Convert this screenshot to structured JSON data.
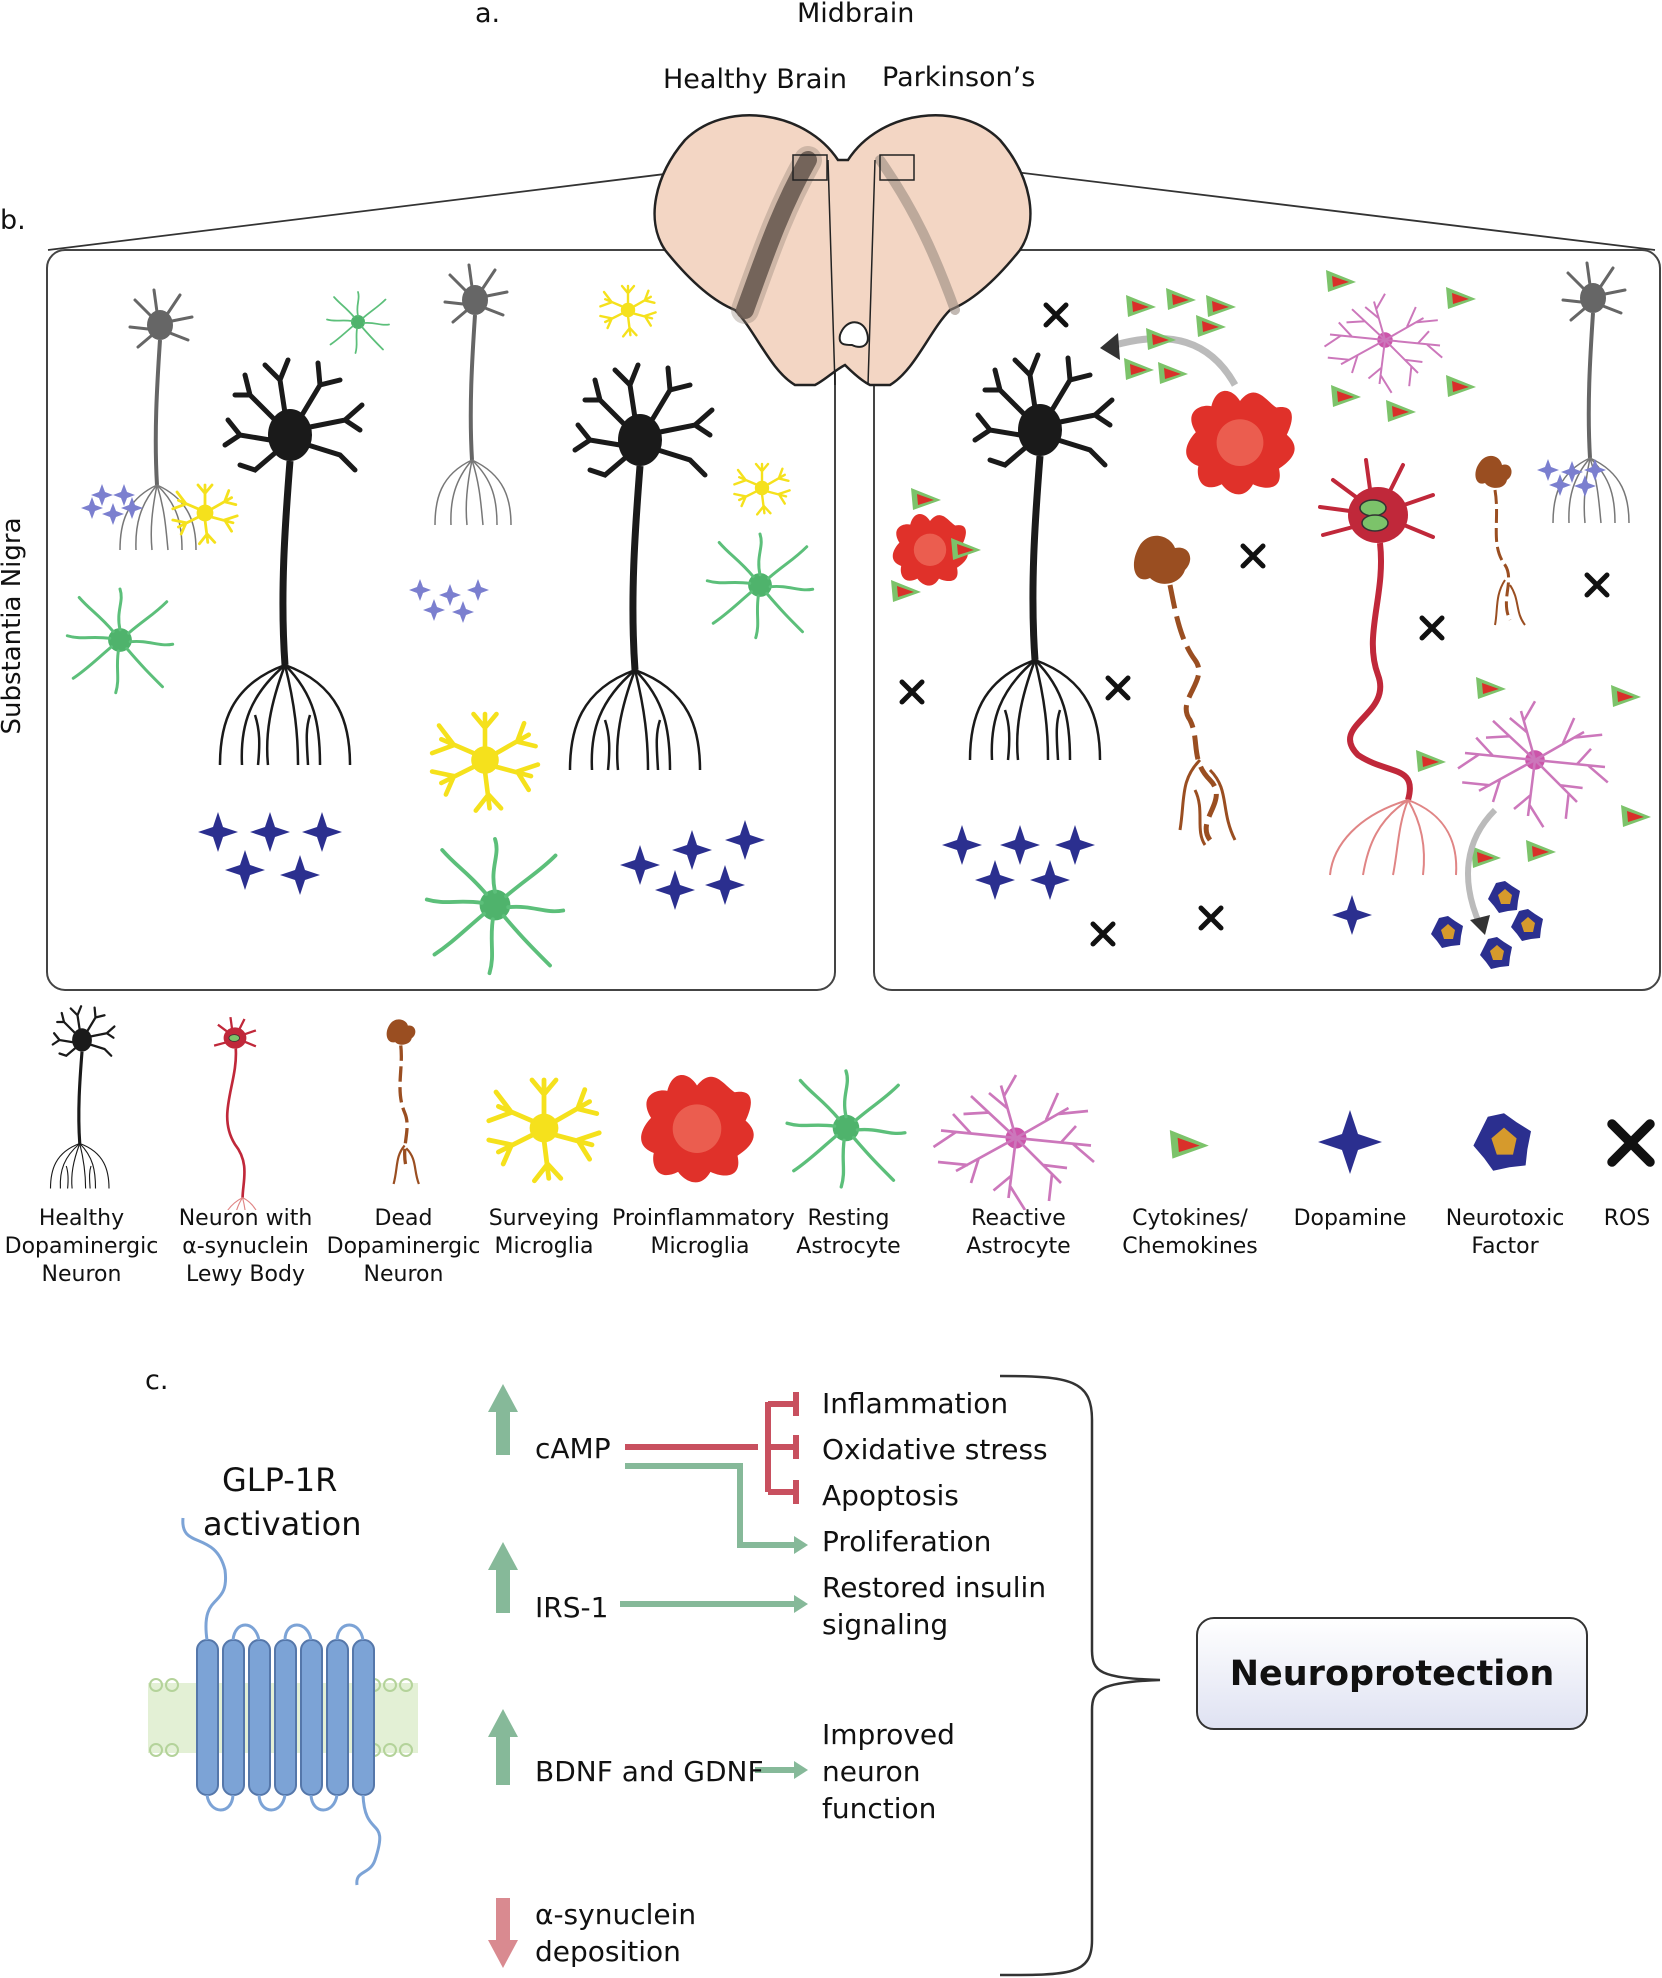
{
  "panel_a": {
    "letter": "a.",
    "title": "Midbrain",
    "healthy_label": "Healthy Brain",
    "parkinsons_label": "Parkinson’s"
  },
  "panel_b": {
    "letter": "b.",
    "side_label": "Substantia Nigra"
  },
  "legend": [
    {
      "label": "Healthy Dopaminergic Neuron",
      "icon": "healthy-neuron-icon"
    },
    {
      "label": "Neuron with α-synuclein Lewy Body",
      "icon": "lewy-body-neuron-icon"
    },
    {
      "label": "Dead Dopaminergic Neuron",
      "icon": "dead-neuron-icon"
    },
    {
      "label": "Surveying Microglia",
      "icon": "surveying-microglia-icon"
    },
    {
      "label": "Proinflammatory Microglia",
      "icon": "proinflammatory-microglia-icon"
    },
    {
      "label": "Resting Astrocyte",
      "icon": "resting-astrocyte-icon"
    },
    {
      "label": "Reactive Astrocyte",
      "icon": "reactive-astrocyte-icon"
    },
    {
      "label": "Cytokines/ Chemokines",
      "icon": "cytokine-icon"
    },
    {
      "label": "Dopamine",
      "icon": "dopamine-star-icon"
    },
    {
      "label": "Neurotoxic Factor",
      "icon": "neurotoxic-factor-icon"
    },
    {
      "label": "ROS",
      "icon": "ros-cross-icon"
    }
  ],
  "panel_c": {
    "letter": "c.",
    "receptor_label_1": "GLP-1R",
    "receptor_label_2": "activation",
    "mediators": [
      {
        "label": "cAMP",
        "direction": "up"
      },
      {
        "label": "IRS-1",
        "direction": "up"
      },
      {
        "label": "BDNF and GDNF",
        "direction": "up"
      },
      {
        "label": "α-synuclein",
        "label_2": "deposition",
        "direction": "down"
      }
    ],
    "inhibited": [
      "Inflammation",
      "Oxidative stress",
      "Apoptosis"
    ],
    "promoted": "Proliferation",
    "insulin_1": "Restored insulin",
    "insulin_2": "signaling",
    "neuron_1": "Improved",
    "neuron_2": "neuron",
    "neuron_3": "function",
    "outcome": "Neuroprotection"
  },
  "colors": {
    "healthy_neuron": "#1a1a1a",
    "dopamine": "#2b2f8f",
    "surveying_microglia": "#f5e11c",
    "resting_astrocyte": "#5cbf7a",
    "proinflammatory_microglia": "#e0312a",
    "reactive_astrocyte": "#cc66bb",
    "dead_neuron": "#9a4e21",
    "lewy_neuron": "#c0283a",
    "midbrain": "#f3d6c4",
    "inhibit_arrow": "#c8505f",
    "promote_arrow": "#86b999",
    "receptor": "#6f98cf"
  }
}
